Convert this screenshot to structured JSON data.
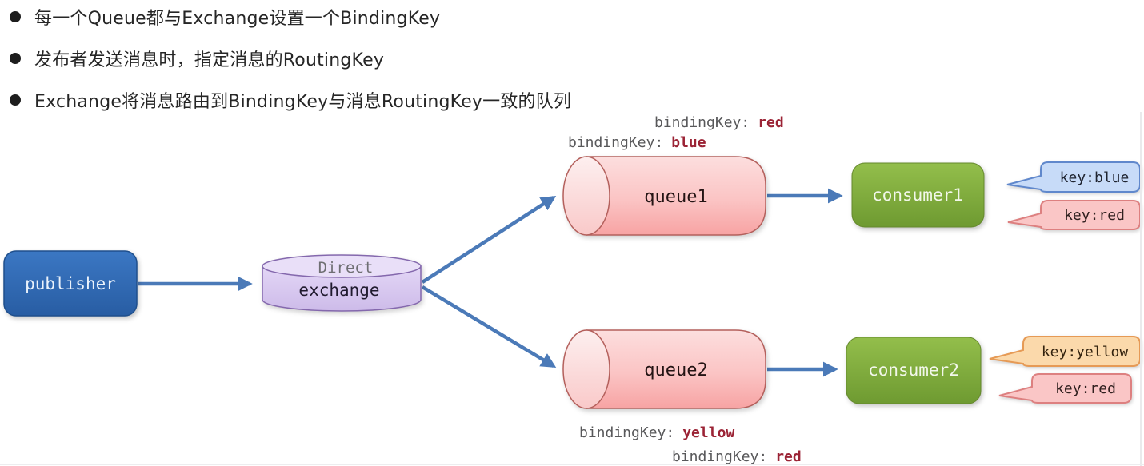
{
  "bullets": [
    "每一个Queue都与Exchange设置一个BindingKey",
    "发布者发送消息时，指定消息的RoutingKey",
    "Exchange将消息路由到BindingKey与消息RoutingKey一致的队列"
  ],
  "diagram": {
    "publisher": {
      "label": "publisher"
    },
    "exchange": {
      "type_label": "Direct",
      "label": "exchange"
    },
    "queues": [
      {
        "label": "queue1"
      },
      {
        "label": "queue2"
      }
    ],
    "consumers": [
      {
        "label": "consumer1"
      },
      {
        "label": "consumer2"
      }
    ],
    "bindings": [
      {
        "prefix": "bindingKey:",
        "value": "red"
      },
      {
        "prefix": "bindingKey:",
        "value": "blue"
      },
      {
        "prefix": "bindingKey:",
        "value": "yellow"
      },
      {
        "prefix": "bindingKey:",
        "value": "red"
      }
    ],
    "tags": [
      {
        "label": "key:blue",
        "fill": "#c7dbf8",
        "stroke": "#6088cc"
      },
      {
        "label": "key:red",
        "fill": "#fac6c6",
        "stroke": "#dd8080"
      },
      {
        "label": "key:yellow",
        "fill": "#fbd9ab",
        "stroke": "#e69a55"
      },
      {
        "label": "key:red",
        "fill": "#fac6c6",
        "stroke": "#dd8080"
      }
    ]
  },
  "colors": {
    "arrow": "#4b7ab8",
    "publisher_fill": "#2e6cb5",
    "exchange_fill": "#dccdf1",
    "queue_fill": "#f9bcbc",
    "consumer_fill": "#7fae3c",
    "binding_prefix": "#58585a",
    "binding_value": "#9b2335",
    "bullet_text": "#262626"
  }
}
